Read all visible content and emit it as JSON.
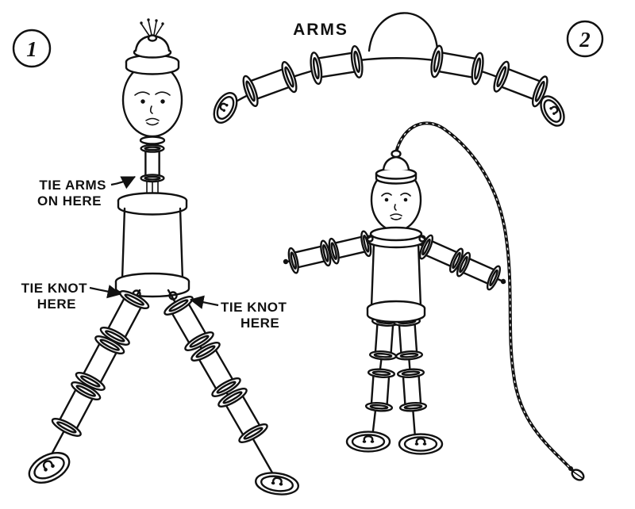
{
  "colors": {
    "ink": "#111111",
    "paper": "#ffffff"
  },
  "steps": {
    "step1": "1",
    "step2": "2"
  },
  "labels": {
    "arms": "ARMS",
    "tie_arms": {
      "line1": "TIE ARMS",
      "line2": "ON HERE"
    },
    "tie_knot_left": {
      "line1": "TIE KNOT",
      "line2": "HERE"
    },
    "tie_knot_right": {
      "line1": "TIE KNOT",
      "line2": "HERE"
    }
  }
}
